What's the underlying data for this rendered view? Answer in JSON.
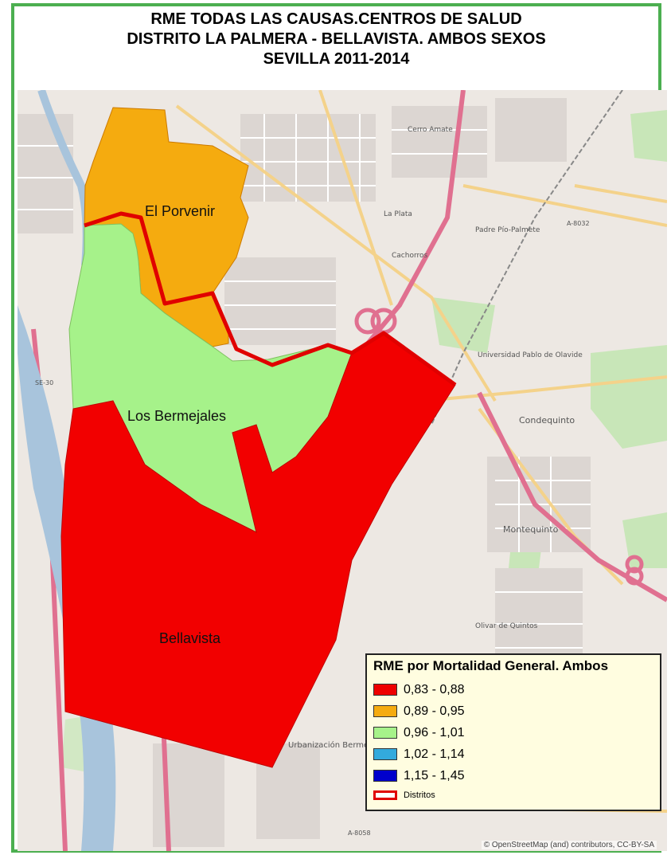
{
  "title": {
    "line1": "RME TODAS LAS CAUSAS.CENTROS DE SALUD",
    "line2": "DISTRITO LA PALMERA - BELLAVISTA. AMBOS SEXOS",
    "line3": "SEVILLA 2011-2014"
  },
  "districts": [
    {
      "name": "El Porvenir",
      "range": "0,89 - 0,95",
      "color": "#f5ab0f"
    },
    {
      "name": "Los Bermejales",
      "range": "0,96 - 1,01",
      "color": "#a6f28a"
    },
    {
      "name": "Bellavista",
      "range": "0,83 - 0,88",
      "color": "#f20000"
    }
  ],
  "legend": {
    "title": "RME por Mortalidad General. Ambos",
    "items": [
      {
        "label": "0,83 - 0,88",
        "color": "#ee0000"
      },
      {
        "label": "0,89 - 0,95",
        "color": "#f5ab0f"
      },
      {
        "label": "0,96 - 1,01",
        "color": "#a6f28a"
      },
      {
        "label": "1,02 - 1,14",
        "color": "#33aadd"
      },
      {
        "label": "1,15 - 1,45",
        "color": "#0000cc"
      }
    ],
    "outline_label": "Distritos",
    "outline_color": "#e00000"
  },
  "attribution": "© OpenStreetMap (and) contributors, CC-BY-SA",
  "basemap_labels": {
    "condequinto": "Condequinto",
    "universidad": "Universidad Pablo de Olavide",
    "montequinto": "Montequinto",
    "urbanizacion": "Urbanización Bermejales",
    "olivar": "Olivar de Quintos",
    "cerro_amate": "Cerro Amate",
    "la_plata": "La Plata",
    "padre_pio": "Padre Pío-Palmete",
    "cachorros": "Cachorros",
    "road_a8032": "A-8032",
    "road_se30": "SE-30",
    "road_a8058": "A-8058"
  },
  "colors": {
    "frame": "#4caf50",
    "basemap": "#ede8e3",
    "river": "#a8c4dc",
    "highway": "#e07090",
    "park": "#c8e6b8"
  }
}
